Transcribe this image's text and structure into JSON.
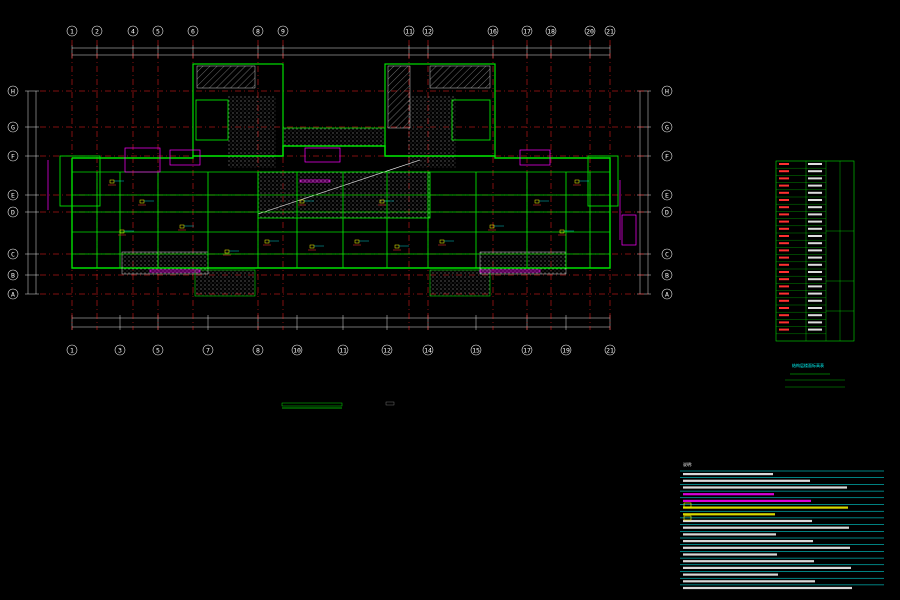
{
  "drawing": {
    "background": "#000000",
    "colors": {
      "grid": "#e8e8e8",
      "axis_line": "#ff2020",
      "wall": "#00e000",
      "beam": "#ff00ff",
      "hatch": "#ffffff",
      "yellow": "#ffff00",
      "cyan": "#00ffff",
      "red": "#ff3030"
    },
    "top_axes": [
      "1",
      "2",
      "4",
      "5",
      "6",
      "8",
      "9",
      "11",
      "12",
      "16",
      "17",
      "18",
      "20",
      "21"
    ],
    "bottom_axes": [
      "1",
      "3",
      "5",
      "7",
      "8",
      "10",
      "11",
      "12",
      "14",
      "15",
      "17",
      "19",
      "21"
    ],
    "left_axes": [
      "H",
      "G",
      "F",
      "E",
      "D",
      "C",
      "B",
      "A"
    ],
    "right_axes": [
      "H",
      "G",
      "F",
      "E",
      "D",
      "C",
      "B",
      "A"
    ]
  },
  "table": {
    "columns": 3,
    "rows": 25,
    "legend_text": "结构层楼面标高表"
  },
  "notes": {
    "heading": "说明:"
  }
}
